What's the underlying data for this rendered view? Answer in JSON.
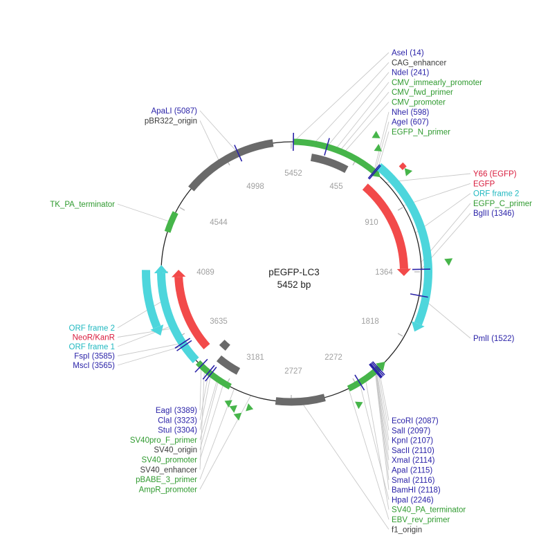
{
  "plasmid": {
    "name": "pEGFP-LC3",
    "size": "5452 bp",
    "length": 5452
  },
  "colors": {
    "enzyme": "#2a22a8",
    "green": "#2f9a2f",
    "feature": "#3a3a3a",
    "red": "#d81b3c",
    "cyan": "#20b8c0",
    "seg_green": "#46b54a",
    "seg_gray": "#6a6a6a",
    "seg_red": "#f24a4a",
    "seg_cyan": "#4dd6dc",
    "leader": "#c8c8c8"
  },
  "ticks": [
    "455",
    "910",
    "1364",
    "1818",
    "2272",
    "2727",
    "3181",
    "3635",
    "4089",
    "4544",
    "4998",
    "5452"
  ],
  "labels": {
    "top": [
      {
        "text": "AseI (14)",
        "color": "enzyme"
      },
      {
        "text": "CAG_enhancer",
        "color": "feature"
      },
      {
        "text": "NdeI (241)",
        "color": "enzyme"
      },
      {
        "text": "CMV_immearly_promoter",
        "color": "green"
      },
      {
        "text": "CMV_fwd_primer",
        "color": "green"
      },
      {
        "text": "CMV_promoter",
        "color": "green"
      },
      {
        "text": "NheI (598)",
        "color": "enzyme"
      },
      {
        "text": "AgeI (607)",
        "color": "enzyme"
      },
      {
        "text": "EGFP_N_primer",
        "color": "green"
      }
    ],
    "upper_left": [
      {
        "text": "ApaLI (5087)",
        "color": "enzyme"
      },
      {
        "text": "pBR322_origin",
        "color": "feature"
      }
    ],
    "tk": [
      {
        "text": "TK_PA_terminator",
        "color": "green"
      }
    ],
    "right": [
      {
        "text": "Y66 (EGFP)",
        "color": "red"
      },
      {
        "text": "EGFP",
        "color": "red"
      },
      {
        "text": "ORF frame 2",
        "color": "cyan"
      },
      {
        "text": "EGFP_C_primer",
        "color": "green"
      },
      {
        "text": "BglII (1346)",
        "color": "enzyme"
      }
    ],
    "pmli": [
      {
        "text": "PmlI (1522)",
        "color": "enzyme"
      }
    ],
    "left": [
      {
        "text": "ORF frame 2",
        "color": "cyan"
      },
      {
        "text": "NeoR/KanR",
        "color": "red"
      },
      {
        "text": "ORF frame 1",
        "color": "cyan"
      },
      {
        "text": "FspI (3585)",
        "color": "enzyme"
      },
      {
        "text": "MscI (3565)",
        "color": "enzyme"
      }
    ],
    "lower_left": [
      {
        "text": "EagI (3389)",
        "color": "enzyme"
      },
      {
        "text": "ClaI (3323)",
        "color": "enzyme"
      },
      {
        "text": "StuI (3304)",
        "color": "enzyme"
      },
      {
        "text": "SV40pro_F_primer",
        "color": "green"
      },
      {
        "text": "SV40_origin",
        "color": "feature"
      },
      {
        "text": "SV40_promoter",
        "color": "green"
      },
      {
        "text": "SV40_enhancer",
        "color": "feature"
      },
      {
        "text": "pBABE_3_primer",
        "color": "green"
      },
      {
        "text": "AmpR_promoter",
        "color": "green"
      }
    ],
    "lower_right": [
      {
        "text": "EcoRI (2087)",
        "color": "enzyme"
      },
      {
        "text": "SalI (2097)",
        "color": "enzyme"
      },
      {
        "text": "KpnI (2107)",
        "color": "enzyme"
      },
      {
        "text": "SacII (2110)",
        "color": "enzyme"
      },
      {
        "text": "XmaI (2114)",
        "color": "enzyme"
      },
      {
        "text": "ApaI (2115)",
        "color": "enzyme"
      },
      {
        "text": "SmaI (2116)",
        "color": "enzyme"
      },
      {
        "text": "BamHI (2118)",
        "color": "enzyme"
      },
      {
        "text": "HpaI (2246)",
        "color": "enzyme"
      },
      {
        "text": "SV40_PA_terminator",
        "color": "green"
      },
      {
        "text": "EBV_rev_primer",
        "color": "green"
      },
      {
        "text": "f1_origin",
        "color": "feature"
      }
    ]
  },
  "features": [
    {
      "name": "cmv-enhancer-promoter",
      "color": "seg_green",
      "start": 14,
      "end": 600
    },
    {
      "name": "cag-enhancer",
      "color": "seg_gray",
      "start": 150,
      "end": 430
    },
    {
      "name": "egfp",
      "color": "seg_red",
      "start": 620,
      "end": 1340
    },
    {
      "name": "orf-frame-2-right",
      "color": "seg_cyan",
      "start": 600,
      "end": 1700
    },
    {
      "name": "y66-site",
      "color": "seg_red",
      "start": 690,
      "end": 720
    },
    {
      "name": "sv40-pa-terminator",
      "color": "seg_green",
      "start": 2080,
      "end": 2330
    },
    {
      "name": "f1-origin",
      "color": "seg_gray",
      "start": 2500,
      "end": 2830
    },
    {
      "name": "sv40-origin",
      "color": "seg_gray",
      "start": 3150,
      "end": 3330
    },
    {
      "name": "sv40-enhancer",
      "color": "seg_gray",
      "start": 3330,
      "end": 3400
    },
    {
      "name": "sv40-promoter",
      "color": "seg_green",
      "start": 3150,
      "end": 3420
    },
    {
      "name": "neor-kanr",
      "color": "seg_red",
      "start": 3460,
      "end": 4050
    },
    {
      "name": "orf-frame-1-left",
      "color": "seg_cyan",
      "start": 3440,
      "end": 4080
    },
    {
      "name": "orf-frame-2-left",
      "color": "seg_cyan",
      "start": 3750,
      "end": 4100
    },
    {
      "name": "tk-pa-terminator",
      "color": "seg_green",
      "start": 4360,
      "end": 4500
    },
    {
      "name": "pbr322-origin",
      "color": "seg_gray",
      "start": 4690,
      "end": 5330
    }
  ]
}
